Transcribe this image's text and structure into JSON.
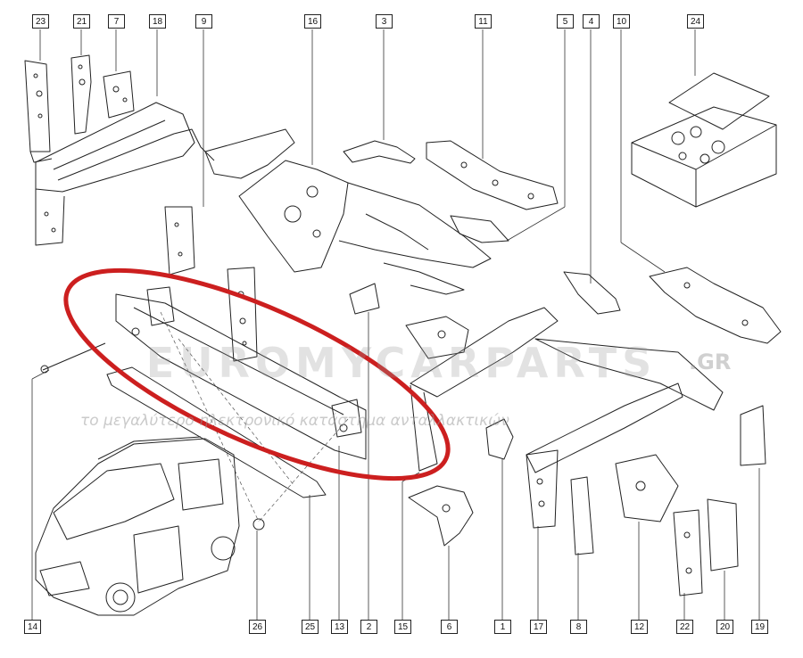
{
  "diagram": {
    "callouts_top": [
      "23",
      "21",
      "7",
      "18",
      "9",
      "16",
      "3",
      "11",
      "5",
      "4",
      "10",
      "24"
    ],
    "callouts_bottom": [
      "14",
      "26",
      "25",
      "13",
      "2",
      "15",
      "6",
      "1",
      "17",
      "8",
      "12",
      "22",
      "20",
      "19"
    ],
    "highlight_color": "#cc1f1f"
  },
  "watermark": {
    "brand": "EUROMYCARPARTS",
    "domain": ".GR",
    "tagline": "το μεγαλύτερο ηλεκτρονικό κατάστημα ανταλλακτικών"
  }
}
